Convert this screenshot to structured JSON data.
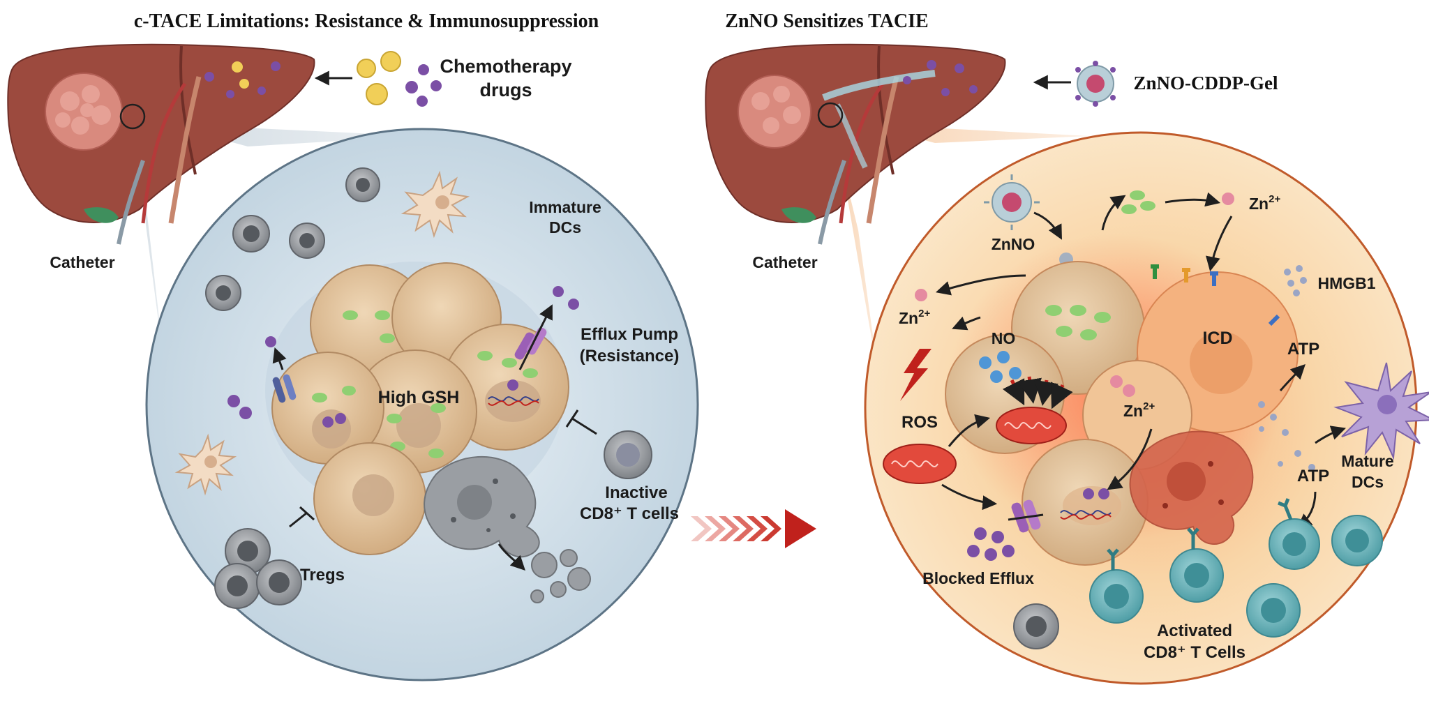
{
  "left_panel": {
    "title": "c-TACE Limitations: Resistance & Immunosuppression",
    "chemo_line1": "Chemotherapy",
    "chemo_line2": "drugs",
    "catheter": "Catheter",
    "immature_line1": "Immature",
    "immature_line2": "DCs",
    "efflux_line1": "Efflux Pump",
    "efflux_line2": "(Resistance)",
    "high_gsh": "High GSH",
    "inactive_line1": "Inactive",
    "inactive_line2": "CD8⁺ T cells",
    "tregs": "Tregs"
  },
  "right_panel": {
    "title": "ZnNO Sensitizes TACIE",
    "gel_label": "ZnNO-CDDP-Gel",
    "catheter": "Catheter",
    "znno": "ZnNO",
    "zn_base": "Zn",
    "zn_sup": "2+",
    "no": "NO",
    "ros": "ROS",
    "icd": "ICD",
    "hmgb1": "HMGB1",
    "atp": "ATP",
    "mature_line1": "Mature",
    "mature_line2": "DCs",
    "blocked_efflux": "Blocked Efflux",
    "activated_line1": "Activated",
    "activated_line2": "CD8⁺ T Cells"
  },
  "colors": {
    "liver": "#9c4a3e",
    "tumor": "#d98a7e",
    "left_circle_fill": "#dfe9f0",
    "right_circle_fill": "#f9d6a8",
    "cancer_cell": "#e4c7a1",
    "drug_particle": "#7b4fa5",
    "nanoparticle": "#f1cf58",
    "organelle": "#8fcf72",
    "t_cell": "#6cb8bf",
    "treg": "#8c8f93",
    "arrow_red": "#c0211c",
    "no_molecule": "#4f96d6",
    "zn_ion": "#e58aa0"
  }
}
